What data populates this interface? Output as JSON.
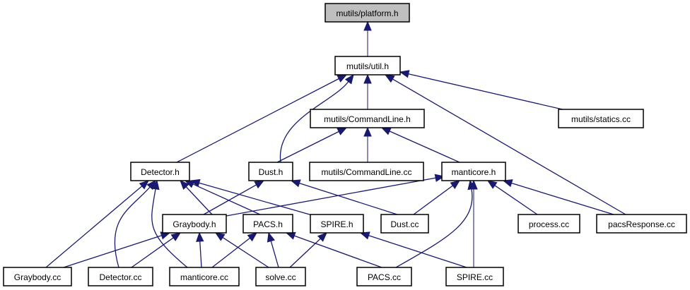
{
  "diagram": {
    "type": "include-dependency-graph",
    "edge_color": "#191970",
    "root_fill": "#bfbfbf",
    "node_fill": "#ffffff",
    "nodes": [
      {
        "id": "platform_h",
        "label": "mutils/platform.h",
        "root": true
      },
      {
        "id": "util_h",
        "label": "mutils/util.h"
      },
      {
        "id": "commandline_h",
        "label": "mutils/CommandLine.h"
      },
      {
        "id": "statics_cc",
        "label": "mutils/statics.cc"
      },
      {
        "id": "detector_h",
        "label": "Detector.h"
      },
      {
        "id": "dust_h",
        "label": "Dust.h"
      },
      {
        "id": "commandline_cc",
        "label": "mutils/CommandLine.cc"
      },
      {
        "id": "manticore_h",
        "label": "manticore.h"
      },
      {
        "id": "graybody_h",
        "label": "Graybody.h"
      },
      {
        "id": "pacs_h",
        "label": "PACS.h"
      },
      {
        "id": "spire_h",
        "label": "SPIRE.h"
      },
      {
        "id": "dust_cc",
        "label": "Dust.cc"
      },
      {
        "id": "process_cc",
        "label": "process.cc"
      },
      {
        "id": "pacsresponse_cc",
        "label": "pacsResponse.cc"
      },
      {
        "id": "graybody_cc",
        "label": "Graybody.cc"
      },
      {
        "id": "detector_cc",
        "label": "Detector.cc"
      },
      {
        "id": "manticore_cc",
        "label": "manticore.cc"
      },
      {
        "id": "solve_cc",
        "label": "solve.cc"
      },
      {
        "id": "pacs_cc",
        "label": "PACS.cc"
      },
      {
        "id": "spire_cc",
        "label": "SPIRE.cc"
      }
    ],
    "edges": [
      {
        "from": "util_h",
        "to": "platform_h"
      },
      {
        "from": "commandline_h",
        "to": "util_h"
      },
      {
        "from": "statics_cc",
        "to": "util_h"
      },
      {
        "from": "detector_h",
        "to": "util_h"
      },
      {
        "from": "dust_h",
        "to": "util_h"
      },
      {
        "from": "pacsresponse_cc",
        "to": "util_h"
      },
      {
        "from": "dust_h",
        "to": "commandline_h"
      },
      {
        "from": "commandline_cc",
        "to": "commandline_h"
      },
      {
        "from": "manticore_h",
        "to": "commandline_h"
      },
      {
        "from": "graybody_h",
        "to": "detector_h"
      },
      {
        "from": "pacs_h",
        "to": "detector_h"
      },
      {
        "from": "spire_h",
        "to": "detector_h"
      },
      {
        "from": "graybody_cc",
        "to": "detector_h"
      },
      {
        "from": "detector_cc",
        "to": "detector_h"
      },
      {
        "from": "manticore_cc",
        "to": "detector_h"
      },
      {
        "from": "graybody_h",
        "to": "dust_h"
      },
      {
        "from": "dust_cc",
        "to": "dust_h"
      },
      {
        "from": "graybody_h",
        "to": "manticore_h"
      },
      {
        "from": "dust_cc",
        "to": "manticore_h"
      },
      {
        "from": "process_cc",
        "to": "manticore_h"
      },
      {
        "from": "pacsresponse_cc",
        "to": "manticore_h"
      },
      {
        "from": "pacs_cc",
        "to": "manticore_h"
      },
      {
        "from": "spire_cc",
        "to": "manticore_h"
      },
      {
        "from": "graybody_cc",
        "to": "graybody_h"
      },
      {
        "from": "detector_cc",
        "to": "graybody_h"
      },
      {
        "from": "manticore_cc",
        "to": "graybody_h"
      },
      {
        "from": "solve_cc",
        "to": "graybody_h"
      },
      {
        "from": "manticore_cc",
        "to": "pacs_h"
      },
      {
        "from": "solve_cc",
        "to": "pacs_h"
      },
      {
        "from": "pacs_cc",
        "to": "pacs_h"
      },
      {
        "from": "solve_cc",
        "to": "spire_h"
      },
      {
        "from": "spire_cc",
        "to": "spire_h"
      }
    ]
  }
}
